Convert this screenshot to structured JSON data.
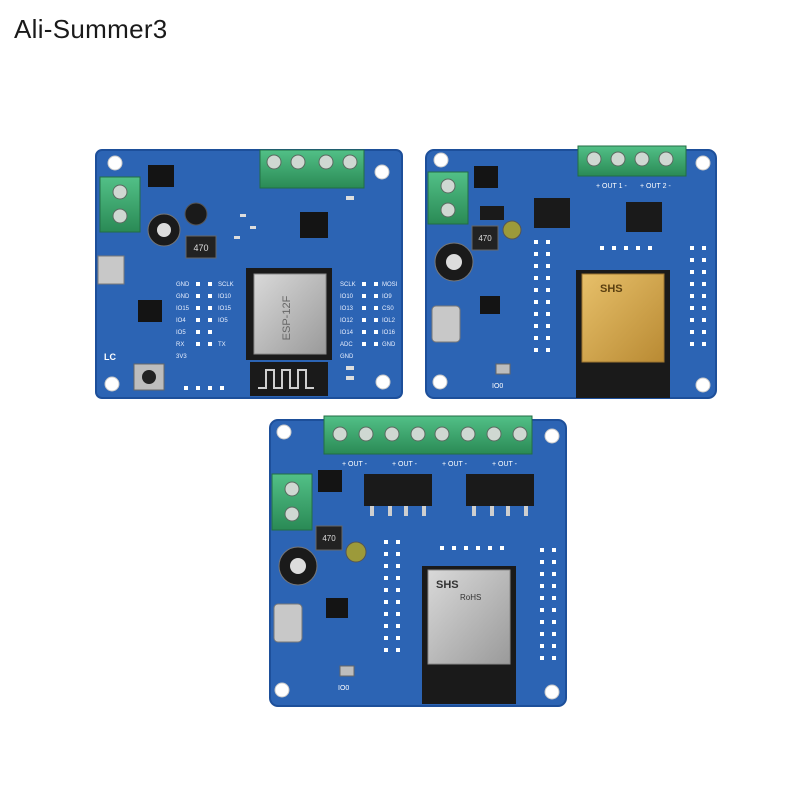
{
  "watermark": {
    "text": "Ali-Summer3"
  },
  "colors": {
    "background": "#ffffff",
    "pcb": "#2c64b4",
    "pcb_dark": "#1f4f96",
    "terminal": "#3aa36b",
    "module_shield": "#b8b8b8",
    "esp32_shield": "#d7a548",
    "header_black": "#141414"
  },
  "boards": [
    {
      "name": "esp-12f-relay-board",
      "module_label": "ESP-12F",
      "labels": {
        "lc": "LC",
        "inductor": "470",
        "left_pins": [
          "GND",
          "GND",
          "IO15",
          "IO4",
          "IO5",
          "RX",
          "3V3"
        ],
        "right_pins": [
          "SCLK",
          "IO10",
          "IO13",
          "IO12",
          "IO14",
          "ADC",
          "GND"
        ],
        "mid_pins": [
          "SCLK",
          "IO10",
          "IO15",
          "IO5",
          "TX"
        ],
        "far_right_pins": [
          "MOSI",
          "IO9",
          "CS0",
          "IOL2",
          "IO16",
          "GND"
        ]
      }
    },
    {
      "name": "esp32-2ch-mosfet-board",
      "module_label": "SHS",
      "labels": {
        "out1": "+ OUT 1 -",
        "out2": "+ OUT 2 -",
        "inductor": "470",
        "boot": "IO0"
      }
    },
    {
      "name": "esp32-4ch-mosfet-board",
      "module_label": "SHS",
      "labels": {
        "outs": [
          "+ OUT -",
          "+ OUT -",
          "+ OUT -",
          "+ OUT -"
        ],
        "inductor": "470",
        "boot": "IO0",
        "module_marks": "RoHS"
      }
    }
  ]
}
